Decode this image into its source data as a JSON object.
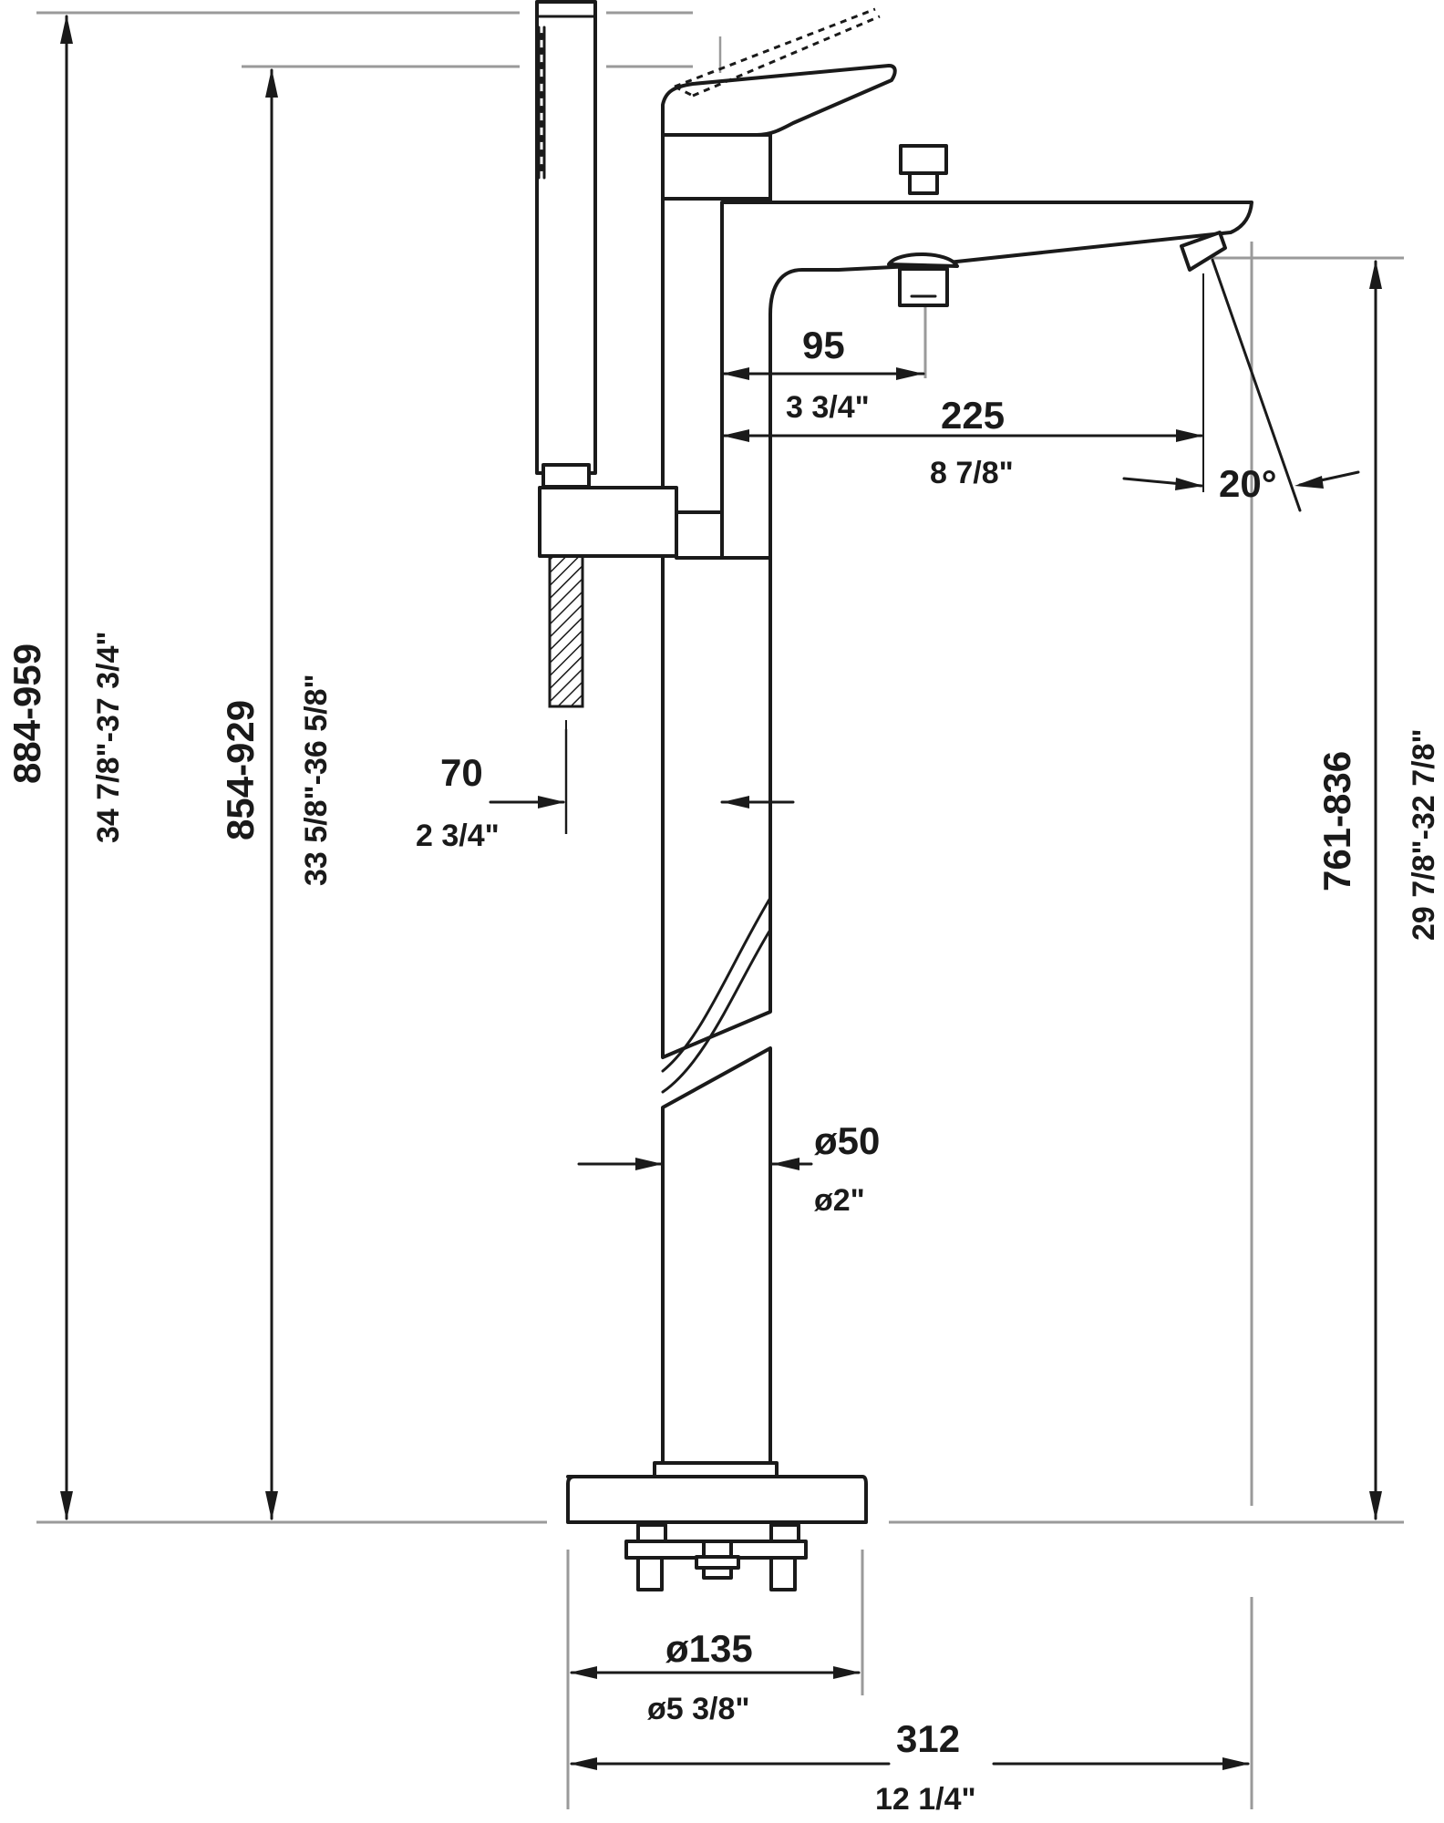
{
  "dimensions": {
    "overall_height": {
      "mm": "884-959",
      "inch": "34 7/8\"-37 3/4\""
    },
    "lever_height": {
      "mm": "854-929",
      "inch": "33 5/8\"-36 5/8\""
    },
    "spout_height": {
      "mm": "761-836",
      "inch": "29 7/8\"-32 7/8\""
    },
    "diverter_offset": {
      "mm": "95",
      "inch": "3 3/4\""
    },
    "spout_reach": {
      "mm": "225",
      "inch": "8 7/8\""
    },
    "spout_angle": {
      "label": "20°"
    },
    "handshower_offset": {
      "mm": "70",
      "inch": "2 3/4\""
    },
    "column_diameter": {
      "mm": "ø50",
      "inch": "ø2\""
    },
    "base_diameter": {
      "mm": "ø135",
      "inch": "ø5 3/8\""
    },
    "overall_width": {
      "mm": "312",
      "inch": "12 1/4\""
    }
  }
}
